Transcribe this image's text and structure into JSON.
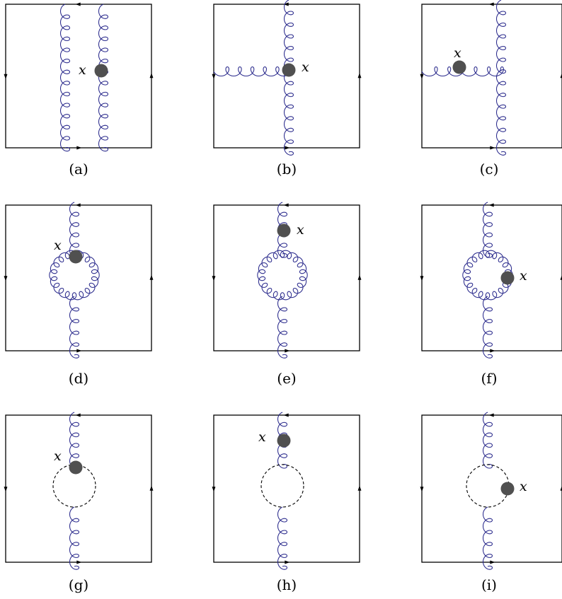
{
  "point_label": "x",
  "colors": {
    "gluon": "#2a2a8c",
    "frame": "#000000",
    "insertion_dot": "#505050",
    "ghost_loop": "#000000"
  },
  "panels": [
    {
      "caption": "(a)",
      "diagram": "two parallel vertical gluon lines, insertion x on the right line"
    },
    {
      "caption": "(b)",
      "diagram": "vertical gluon line with horizontal gluon attached, insertion x at the junction"
    },
    {
      "caption": "(c)",
      "diagram": "vertical gluon line with horizontal gluon attached, insertion x on the horizontal gluon"
    },
    {
      "caption": "(d)",
      "diagram": "gluon loop self-energy, insertion x at the upper vertex"
    },
    {
      "caption": "(e)",
      "diagram": "gluon loop self-energy, insertion x on the upper gluon line"
    },
    {
      "caption": "(f)",
      "diagram": "gluon loop self-energy, insertion x on the loop"
    },
    {
      "caption": "(g)",
      "diagram": "ghost loop self-energy, insertion x at the upper vertex"
    },
    {
      "caption": "(h)",
      "diagram": "ghost loop self-energy, insertion x on the upper gluon line"
    },
    {
      "caption": "(i)",
      "diagram": "ghost loop self-energy, insertion x on the ghost loop"
    }
  ]
}
